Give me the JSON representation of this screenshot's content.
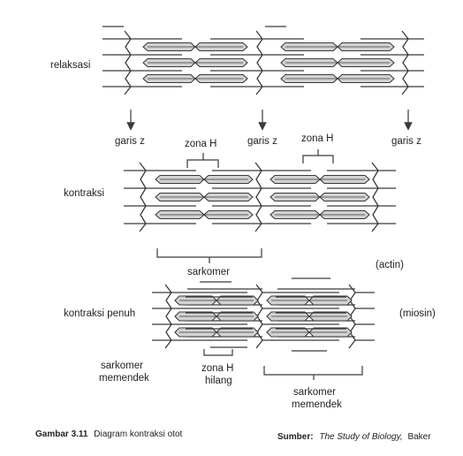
{
  "labels": {
    "relaksasi": "relaksasi",
    "garis_z_left": "garis z",
    "garis_z_mid": "garis z",
    "garis_z_right": "garis z",
    "zona_h_left": "zona H",
    "zona_h_right": "zona H",
    "kontraksi": "kontraksi",
    "sarkomer": "sarkomer",
    "actin": "(actin)",
    "kontraksi_penuh": "kontraksi penuh",
    "miosin": "(miosin)",
    "sarkomer_memendek_left_line1": "sarkomer",
    "sarkomer_memendek_left_line2": "memendek",
    "zona_h_hilang_line1": "zona H",
    "zona_h_hilang_line2": "hilang",
    "sarkomer_memendek_bottom_line1": "sarkomer",
    "sarkomer_memendek_bottom_line2": "memendek"
  },
  "caption": {
    "figure_label": "Gambar 3.11",
    "figure_text": "Diagram kontraksi otot",
    "source_label": "Sumber:",
    "source_title": "The Study of Biology,",
    "source_author": "Baker"
  },
  "colors": {
    "line": "#3a3a3a",
    "filament_fill": "#d2d2d2",
    "text": "#222222"
  }
}
